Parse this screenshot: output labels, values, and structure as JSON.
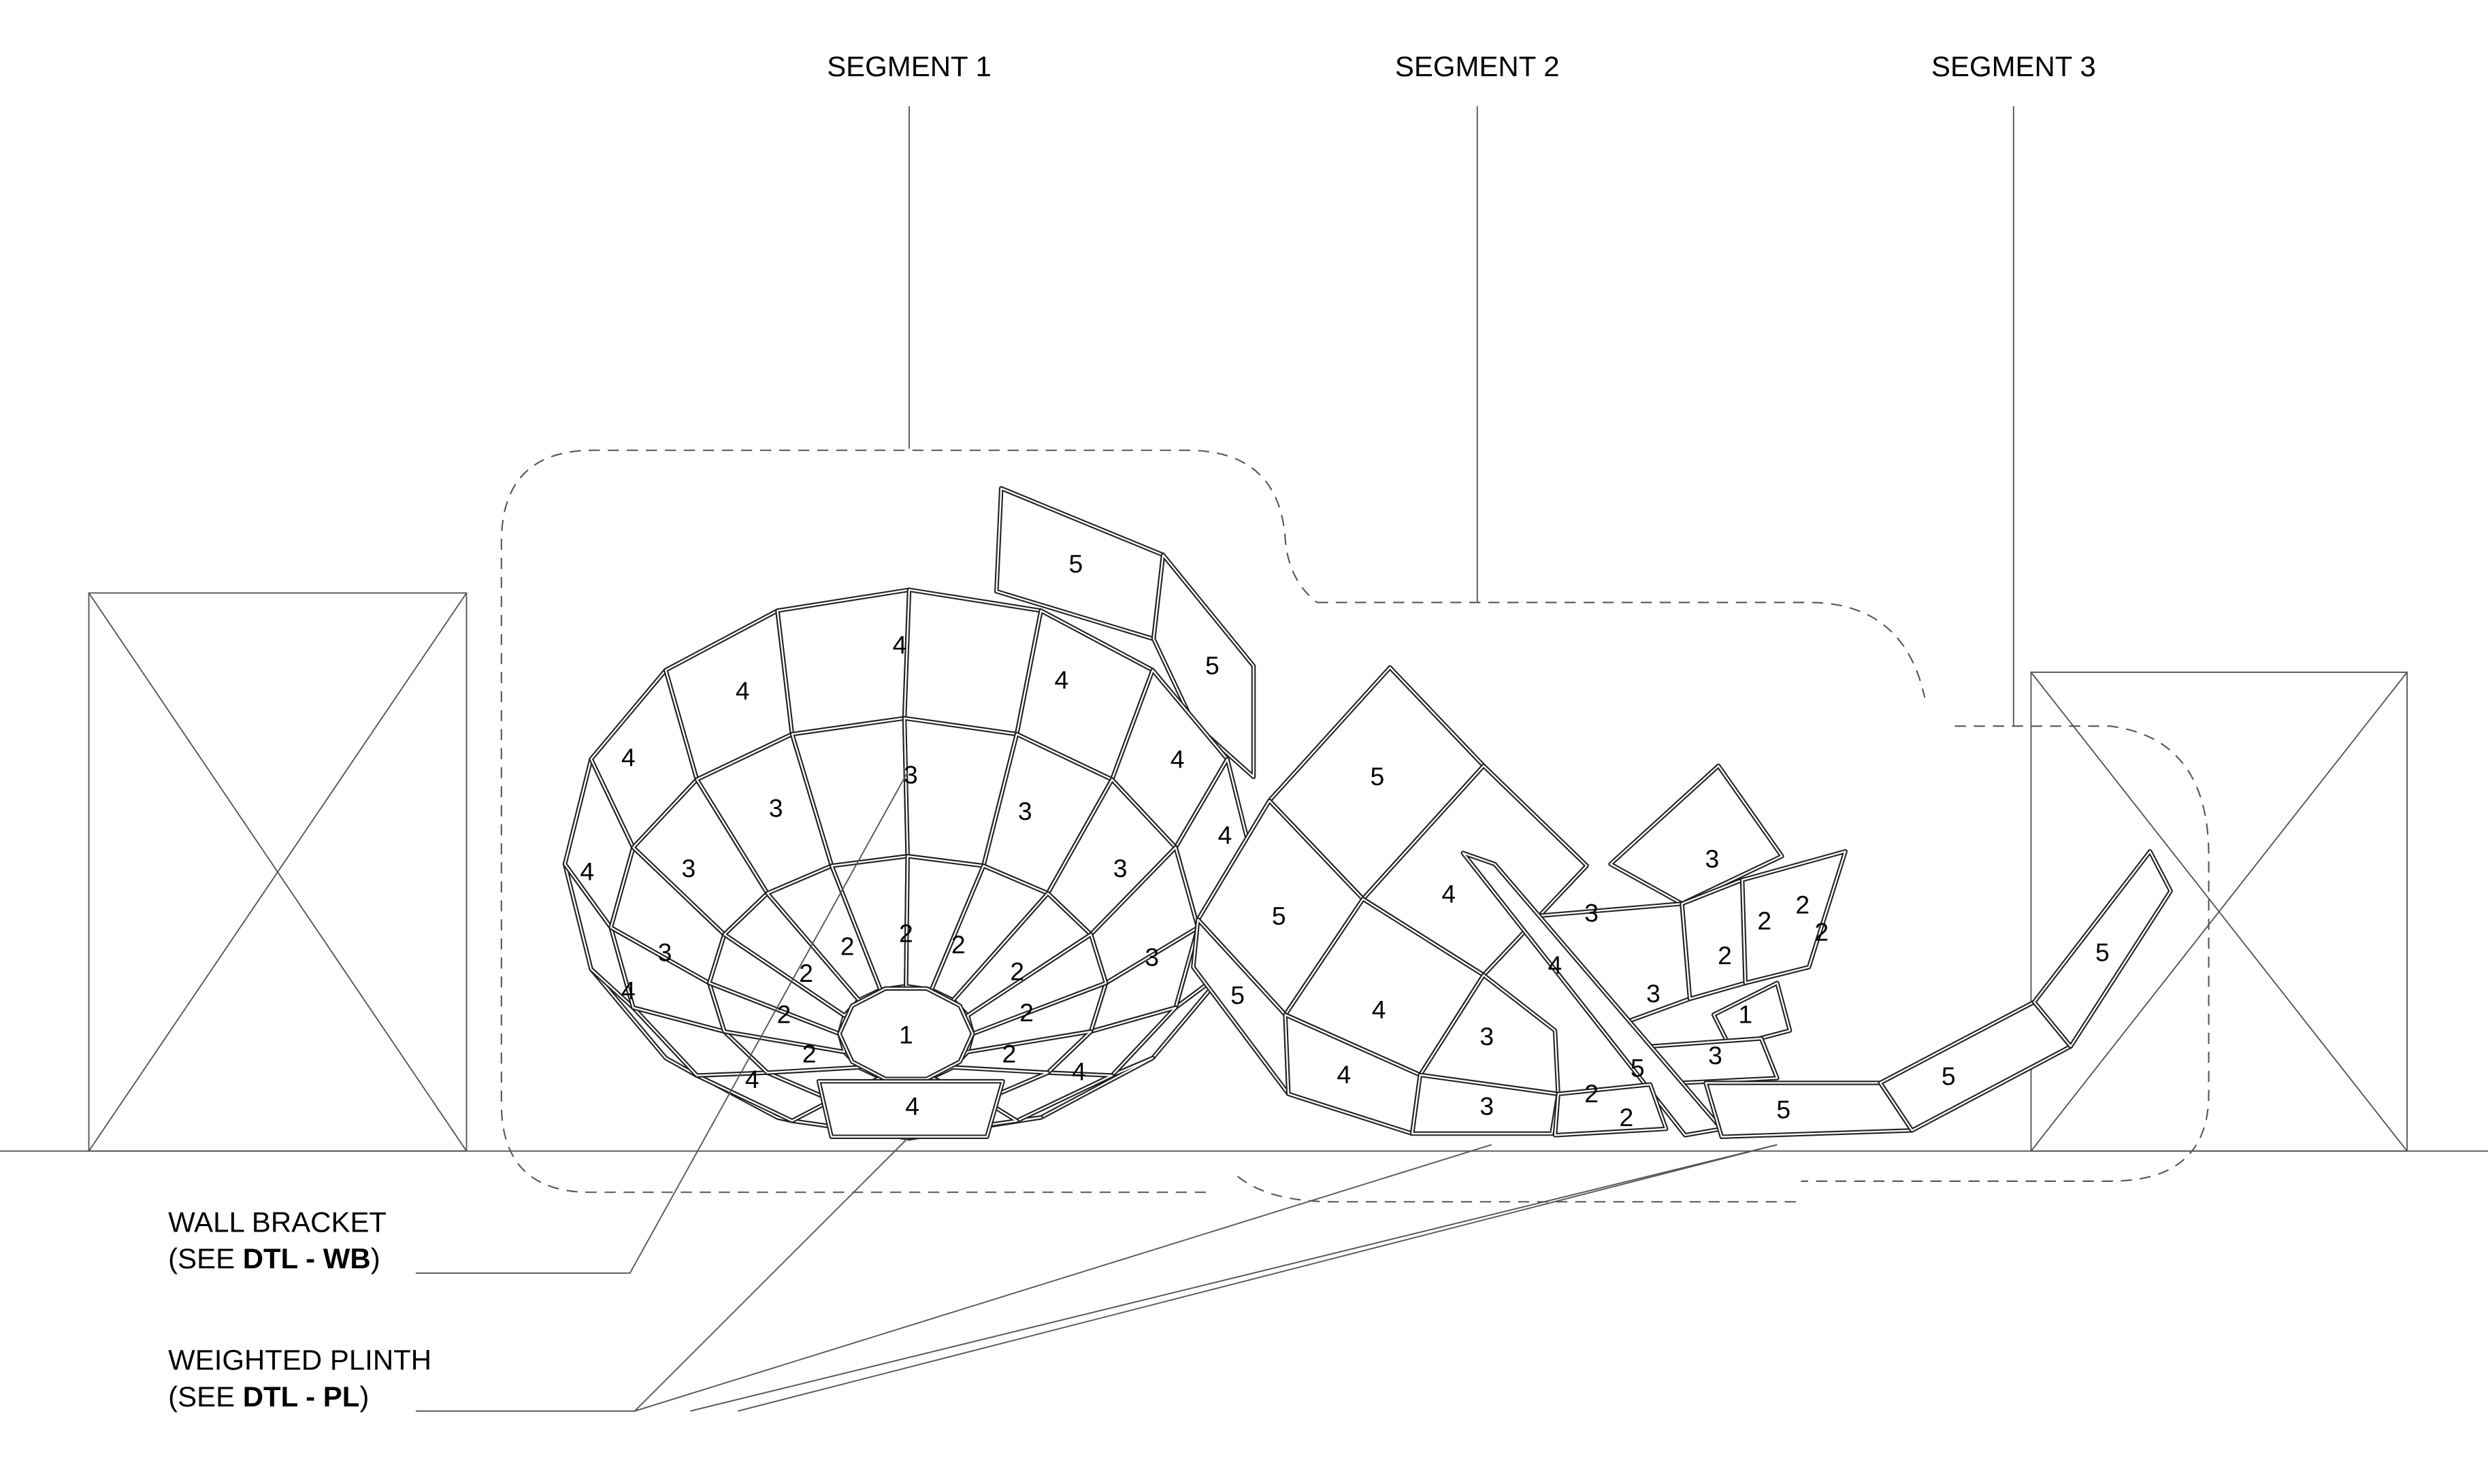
{
  "labels": {
    "segment_1": "SEGMENT 1",
    "segment_2": "SEGMENT 2",
    "segment_3": "SEGMENT 3",
    "wall_bracket_line1": "WALL BRACKET",
    "wall_bracket_see": "(SEE ",
    "wall_bracket_ref": "DTL - WB",
    "close_paren": ")",
    "plinth_line1": "WEIGHTED PLINTH",
    "plinth_see": "(SEE ",
    "plinth_ref": "DTL - PL"
  },
  "segment1_panels": [
    "5",
    "4",
    "4",
    "4",
    "5",
    "4",
    "3",
    "3",
    "3",
    "4",
    "4",
    "3",
    "3",
    "4",
    "2",
    "2",
    "2",
    "3",
    "3",
    "2",
    "2",
    "4",
    "2",
    "2",
    "1",
    "2",
    "2",
    "4",
    "4",
    "4"
  ],
  "segment2_panels": [
    "5",
    "5",
    "4",
    "3",
    "3",
    "5",
    "4",
    "4",
    "3",
    "2",
    "2",
    "2",
    "2",
    "1",
    "3",
    "5",
    "3",
    "4",
    "3",
    "2",
    "2"
  ],
  "segment3_panels": [
    "5",
    "5",
    "5"
  ]
}
